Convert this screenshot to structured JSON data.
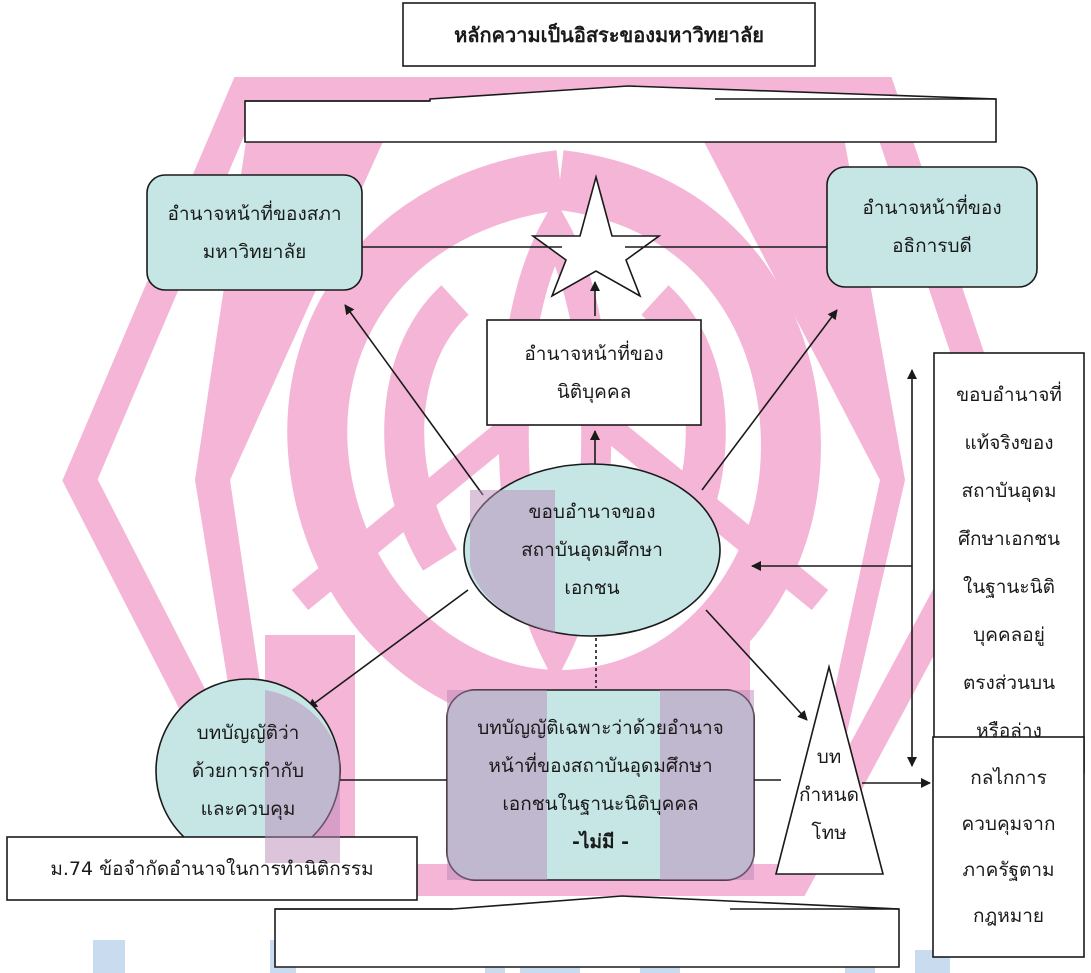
{
  "colors": {
    "watermark_pink": "#f5b5d6",
    "watermark_blue": "#c9dcef",
    "teal_fill": "#c6e6e6",
    "purple_overlay": "#b98ab8",
    "stroke": "#1a1a1a"
  },
  "title": "หลักความเป็นอิสระของมหาวิทยาลัย",
  "nodes": {
    "council": [
      "อำนาจหน้าที่ของสภา",
      "มหาวิทยาลัย"
    ],
    "president": [
      "อำนาจหน้าที่ของ",
      "อธิการบดี"
    ],
    "juristic": [
      "อำนาจหน้าที่ของ",
      "นิติบุคคล"
    ],
    "scope": [
      "ขอบอำนาจของ",
      "สถาบันอุดมศึกษา",
      "เอกชน"
    ],
    "true_scope": [
      "ขอบอำนาจที่",
      "แท้จริงของ",
      "สถาบันอุดม",
      "ศึกษาเอกชน",
      "ในฐานะนิติ",
      "บุคคลอยู่",
      "ตรงส่วนบน",
      "หรือล่าง"
    ],
    "regulation": [
      "บทบัญญัติว่า",
      "ด้วยการกำกับ",
      "และควบคุม"
    ],
    "specific": [
      "บทบัญญัติเฉพาะว่าด้วยอำนาจ",
      "หน้าที่ของสถาบันอุดมศึกษา",
      "เอกชนในฐานะนิติบุคคล",
      "-ไม่มี -"
    ],
    "penalty": [
      "บท",
      "กำหนด",
      "โทษ"
    ],
    "state_control": [
      "กลไกการ",
      "ควบคุมจาก",
      "ภาครัฐตาม",
      "กฎหมาย"
    ],
    "section74": "ม.74 ข้อจำกัดอำนาจในการทำนิติกรรม"
  }
}
